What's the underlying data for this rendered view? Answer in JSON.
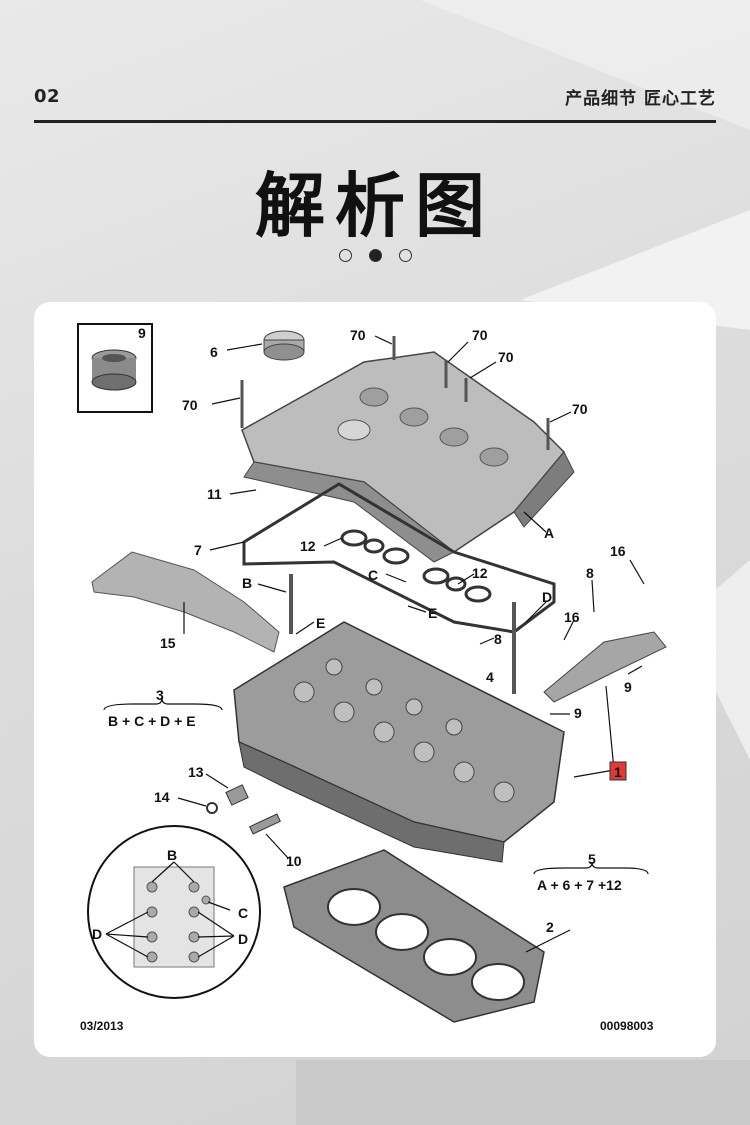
{
  "header": {
    "page_number": "02",
    "tagline": "产品细节 匠心工艺"
  },
  "title": "解析图",
  "carousel": {
    "count": 3,
    "active_index": 1
  },
  "diagram": {
    "inset_box_label": "9",
    "callouts": {
      "c6": "6",
      "c70a": "70",
      "c70b": "70",
      "c70c": "70",
      "c70d": "70",
      "c70e": "70",
      "c11": "11",
      "cA": "A",
      "c7": "7",
      "c12a": "12",
      "c12b": "12",
      "cC": "C",
      "cE1": "E",
      "cE2": "E",
      "cB": "B",
      "cD": "D",
      "c8a": "8",
      "c16a": "16",
      "c16b": "16",
      "c8b": "8",
      "c9a": "9",
      "c9b": "9",
      "c15": "15",
      "c4": "4",
      "c3": "3",
      "c1": "1",
      "c13": "13",
      "c14": "14",
      "c10": "10",
      "c5": "5",
      "c2": "2",
      "zoomB": "B",
      "zoomC": "C",
      "zoomD1": "D",
      "zoomD2": "D"
    },
    "formula_left": "B + C + D + E",
    "formula_right": "A + 6 + 7 +12",
    "footer_left": "03/2013",
    "footer_right": "00098003"
  },
  "colors": {
    "accent_marker": "#e03a3a",
    "text_dark": "#111111"
  }
}
